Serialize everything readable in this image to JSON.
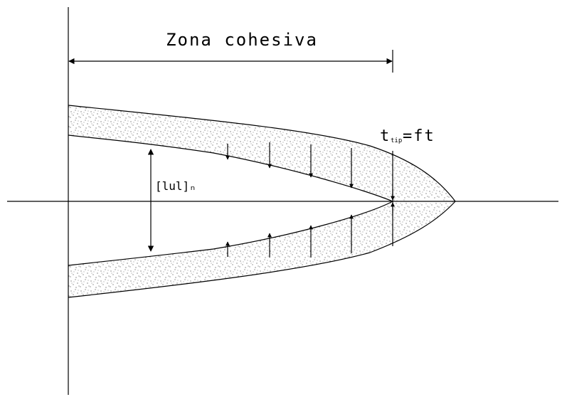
{
  "labels": {
    "cohesive_zone": "Zona cohesiva",
    "crack_opening": "[lul]ₙ",
    "tip_traction_t": "t",
    "tip_traction_sub": "tip",
    "tip_traction_eq": "=ft"
  },
  "colors": {
    "ink": "#000000",
    "background": "#ffffff"
  }
}
